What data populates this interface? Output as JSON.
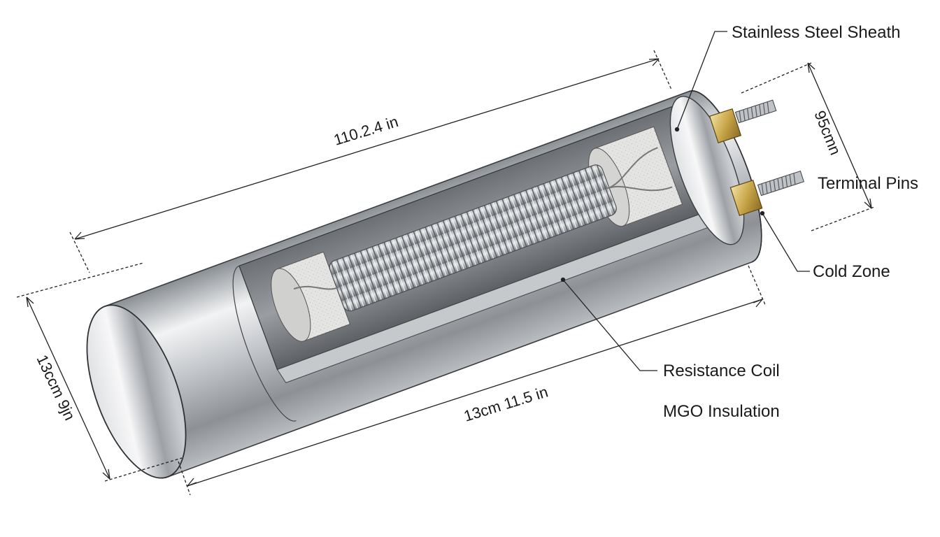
{
  "labels": {
    "stainless_steel_sheath": "Stainless Steel Sheath",
    "terminal_pins": "Terminal Pins",
    "cold_zone": "Cold Zone",
    "resistance_coil": "Resistance Coil",
    "mgo_insulation": "MGO Insulation"
  },
  "dimensions": {
    "overall_length": "110.2.4 in",
    "bottom_length": "13cm 11.5 in",
    "diameter": "13ccm 9jn",
    "terminal_span": "95cmn"
  },
  "colors": {
    "steel_light": "#e9ebed",
    "steel_mid": "#b3b7bc",
    "steel_dark": "#6e7378",
    "insulation": "#e5e5e3",
    "brass": "#c9a64a",
    "line": "#222222"
  },
  "icons": [
    "heater-cartridge-illustration"
  ]
}
